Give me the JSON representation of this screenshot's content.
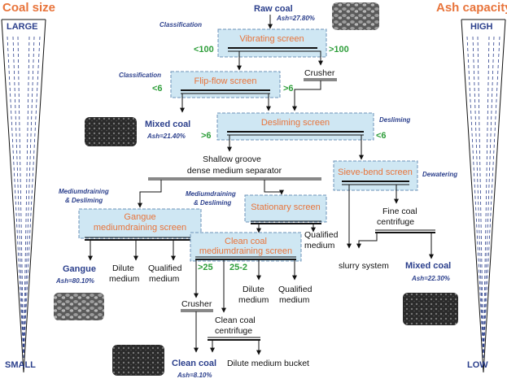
{
  "sides": {
    "left_title": "Coal size",
    "left_top": "LARGE",
    "left_bottom": "SMALL",
    "right_title": "Ash capacity",
    "right_top": "HIGH",
    "right_bottom": "LOW"
  },
  "nodes": {
    "raw_coal": "Raw coal",
    "raw_ash": "Ash=27.80%",
    "vibrating": "Vibrating screen",
    "crusher1": "Crusher",
    "flipflow": "Flip-flow screen",
    "mixed1": "Mixed coal",
    "mixed1_ash": "Ash=21.40%",
    "desliming": "Desliming screen",
    "shallow1": "Shallow groove",
    "shallow2": "dense medium separator",
    "sievebend": "Sieve-bend screen",
    "gangue_scr1": "Gangue",
    "gangue_scr2": "mediumdraining screen",
    "stationary": "Stationary screen",
    "finecoal1": "Fine coal",
    "finecoal2": "centrifuge",
    "clean_scr1": "Clean coal",
    "clean_scr2": "mediumdraining screen",
    "qual_med_a1": "Qualified",
    "qual_med_a2": "medium",
    "slurry": "slurry system",
    "mixed2": "Mixed coal",
    "mixed2_ash": "Ash=22.30%",
    "gangue": "Gangue",
    "gangue_ash": "Ash=80.10%",
    "dilute_a1": "Dilute",
    "dilute_a2": "medium",
    "qual_b1": "Qualified",
    "qual_b2": "medium",
    "dilute_b1": "Dilute",
    "dilute_b2": "medium",
    "qual_c1": "Qualified",
    "qual_c2": "medium",
    "crusher2": "Crusher",
    "clean_cent1": "Clean coal",
    "clean_cent2": "centrifuge",
    "clean_coal": "Clean coal",
    "clean_ash": "Ash=8.10%",
    "dilute_bucket": "Dilute medium bucket"
  },
  "processes": {
    "classification1": "Classification",
    "classification2": "Classification",
    "desliming": "Desliming",
    "dewatering": "Dewatering",
    "md1a": "Mediumdraining",
    "md1b": "& Desliming",
    "md2a": "Mediumdraining",
    "md2b": "& Desliming"
  },
  "sizes": {
    "lt100": "<100",
    "gt100": ">100",
    "lt6_a": "<6",
    "gt6_a": ">6",
    "gt6_b": ">6",
    "lt6_b": "<6",
    "gt25": ">25",
    "r25_2": "25-2"
  },
  "colors": {
    "accent_orange": "#e8743b",
    "label_blue": "#2b3f8c",
    "size_green": "#2e9e3a",
    "box_fill": "#cfe7f3"
  }
}
